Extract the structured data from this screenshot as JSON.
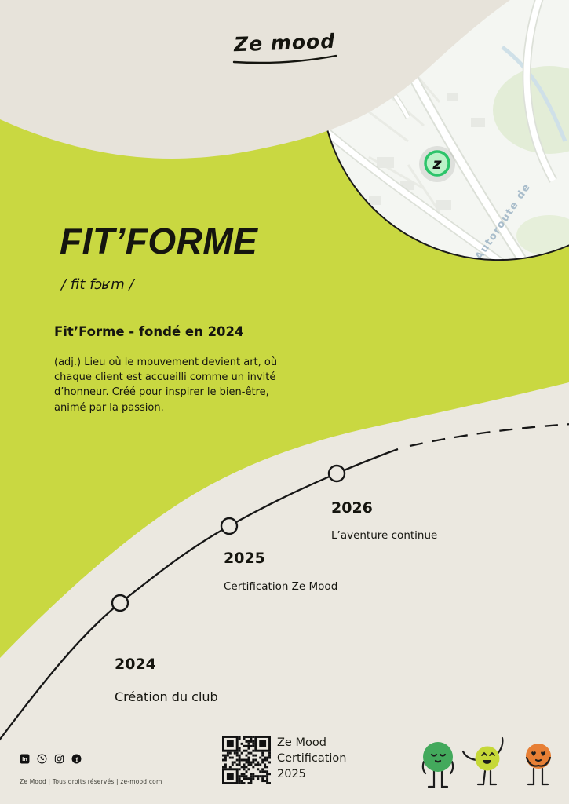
{
  "brand": {
    "logo_text": "Ze mood"
  },
  "map": {
    "road_label": "Autoroute de",
    "pin_letter": "z"
  },
  "title_block": {
    "title": "FIT’FORME",
    "phonetic": "/ fit fɔʁm /",
    "subtitle": "Fit’Forme - fondé en 2024",
    "definition": "(adj.) Lieu où le mouvement devient art, où chaque client est accueilli comme un invité d’honneur. Créé pour inspirer le bien-être, animé par la passion."
  },
  "timeline": {
    "milestones": [
      {
        "year": "2024",
        "label": "Création du club"
      },
      {
        "year": "2025",
        "label": "Certification Ze Mood"
      },
      {
        "year": "2026",
        "label": "L’aventure continue"
      }
    ]
  },
  "footer": {
    "social": [
      "LinkedIn",
      "WhatsApp",
      "Instagram",
      "Facebook"
    ],
    "legal": "Ze Mood  |  Tous droits réservés  |  ze-mood.com",
    "qr_caption": [
      "Ze Mood",
      "Certification",
      "2025"
    ]
  },
  "colors": {
    "background": "#ebe8e0",
    "top_blob": "#e7e3da",
    "accent_green": "#c9d841",
    "pin_ring_green": "#2cc46a",
    "pin_fill_green": "#bbf2c8",
    "mascot_green": "#43a95c",
    "mascot_lime": "#c6d838",
    "mascot_orange": "#e77f35"
  }
}
